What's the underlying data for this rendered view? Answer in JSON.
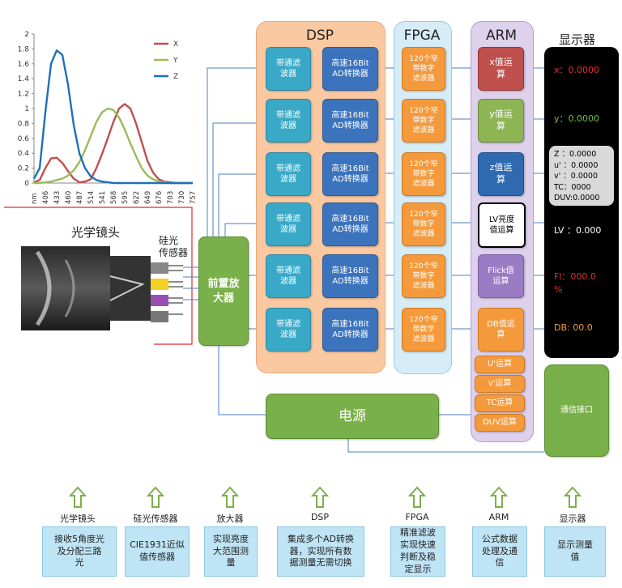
{
  "chart_data": {
    "type": "line",
    "x": [
      380,
      393,
      406,
      420,
      433,
      446,
      460,
      473,
      487,
      500,
      514,
      527,
      541,
      554,
      568,
      581,
      595,
      608,
      622,
      635,
      649,
      662,
      676,
      689,
      703,
      716,
      730,
      743,
      757
    ],
    "series": [
      {
        "name": "X",
        "color": "#c0504d",
        "values": [
          0.01,
          0.04,
          0.2,
          0.33,
          0.34,
          0.27,
          0.16,
          0.06,
          0.01,
          0.02,
          0.05,
          0.2,
          0.39,
          0.6,
          0.82,
          1.0,
          1.06,
          1.0,
          0.8,
          0.55,
          0.3,
          0.14,
          0.05,
          0.02,
          0.01,
          0.0,
          0.0,
          0.0,
          0.0
        ]
      },
      {
        "name": "Y",
        "color": "#9bbb59",
        "values": [
          0.0,
          0.0,
          0.01,
          0.02,
          0.04,
          0.06,
          0.1,
          0.17,
          0.28,
          0.44,
          0.63,
          0.82,
          0.95,
          1.0,
          0.98,
          0.88,
          0.72,
          0.53,
          0.36,
          0.2,
          0.1,
          0.05,
          0.02,
          0.01,
          0.0,
          0.0,
          0.0,
          0.0,
          0.0
        ]
      },
      {
        "name": "Z",
        "color": "#1f6fba",
        "values": [
          0.06,
          0.2,
          0.95,
          1.6,
          1.78,
          1.72,
          1.32,
          0.78,
          0.4,
          0.2,
          0.09,
          0.04,
          0.02,
          0.01,
          0.0,
          0.0,
          0.0,
          0.0,
          0.0,
          0.0,
          0.0,
          0.0,
          0.0,
          0.0,
          0.0,
          0.0,
          0.0,
          0.0,
          0.0
        ]
      }
    ],
    "xticks": [
      "nm",
      "406",
      "433",
      "460",
      "487",
      "514",
      "541",
      "568",
      "595",
      "622",
      "649",
      "676",
      "703",
      "730",
      "757"
    ],
    "yticks": [
      "0",
      "0.2",
      "0.4",
      "0.6",
      "0.8",
      "1",
      "1.2",
      "1.4",
      "1.6",
      "1.8",
      "2"
    ],
    "ylim": [
      0,
      2
    ]
  },
  "lens_label": "光学镜头",
  "sensor_label": "硅光\n传感器",
  "preamp_label": "前置放\n大器",
  "power_label": "电源",
  "panels": {
    "dsp": "DSP",
    "fpga": "FPGA",
    "arm": "ARM"
  },
  "display_title": "显示器",
  "rows": {
    "filter": [
      "带通滤\n波器",
      "带通滤\n波器",
      "带通滤\n波器",
      "带通滤\n波器",
      "带通滤\n波器",
      "带通滤\n波器"
    ],
    "adc": [
      "高速16Bit\nAD转换器",
      "高速16Bit\nAD转换器",
      "高速16Bit\nAD转换器",
      "高速16Bit\nAD转换器",
      "高速16Bit\nAD转换器",
      "高速16Bit\nAD转换器"
    ],
    "fpga": [
      "120个窄\n带数字\n滤波器",
      "120个窄\n带数字\n滤波器",
      "120个窄\n带数字\n滤波器",
      "120个窄\n带数字\n滤波器",
      "120个窄\n带数字\n滤波器",
      "120个窄\n带数字\n滤波器"
    ]
  },
  "arm_boxes": [
    "x值运\n算",
    "y值运\n算",
    "z值运\n算",
    "LV亮度\n值运算",
    "Flick值\n运算",
    "DB值运\n算"
  ],
  "arm_small": [
    "U'运算",
    "v'运算",
    "TC运算",
    "DUV运算"
  ],
  "display_values": {
    "x": "x：0.0000",
    "y": "y：0.0000",
    "gray": "Z ：0.0000\nu' ：0.0000\nv' ：0.0000\nTC：0000\nDUV:0.0000",
    "lv": "LV ：0.000",
    "fl": "Fl：000.0\n%",
    "db": "DB: 00.0"
  },
  "comm_label": "通信接口",
  "bottom": [
    {
      "label": "光学镜头",
      "desc": "接收5角度光\n及分配三路\n光"
    },
    {
      "label": "硅光传感器",
      "desc": "CIE1931近似\n值传感器"
    },
    {
      "label": "放大器",
      "desc": "实现亮度\n大范围测\n量"
    },
    {
      "label": "DSP",
      "desc": "集成多个AD转换\n器，实现所有数\n据测量无需切换"
    },
    {
      "label": "FPGA",
      "desc": "精准滤波\n实现快速\n判断及稳\n定显示"
    },
    {
      "label": "ARM",
      "desc": "公式数据\n处理及通\n信"
    },
    {
      "label": "显示器",
      "desc": "显示测量\n值"
    }
  ],
  "colors": {
    "x": "#c0504d",
    "y": "#9bbb59",
    "z": "#1f6fba"
  }
}
